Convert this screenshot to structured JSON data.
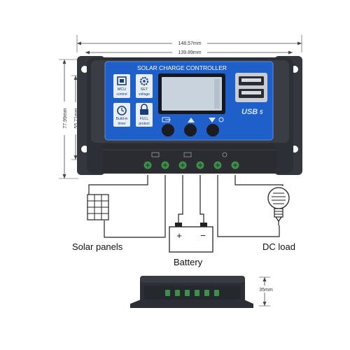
{
  "dimensions": {
    "total_width": "148.57mm",
    "inner_width": "139.89mm",
    "total_height": "77.99mm",
    "inner_height": "55.71mm",
    "depth": "35mm"
  },
  "controller": {
    "title": "SOLAR CHARGE CONTROLLER",
    "usb_label": "USB",
    "usb_port_count_symbol": "5",
    "icons": {
      "mcu_line1": "MCU",
      "mcu_line2": "control",
      "set_line1": "SET",
      "set_line2": "voltage",
      "timer_line1": "Build-in",
      "timer_line2": "timer",
      "protect_line1": "FULL",
      "protect_line2": "protect"
    }
  },
  "labels": {
    "solar": "Solar panels",
    "battery": "Battery",
    "load": "DC load",
    "battery_plus": "+",
    "battery_minus": "−"
  },
  "colors": {
    "panel_blue": "#1f5fc9",
    "case_dark": "#2c2f36",
    "terminal_green": "#3d8f4a",
    "lcd": "#c9d3de"
  }
}
